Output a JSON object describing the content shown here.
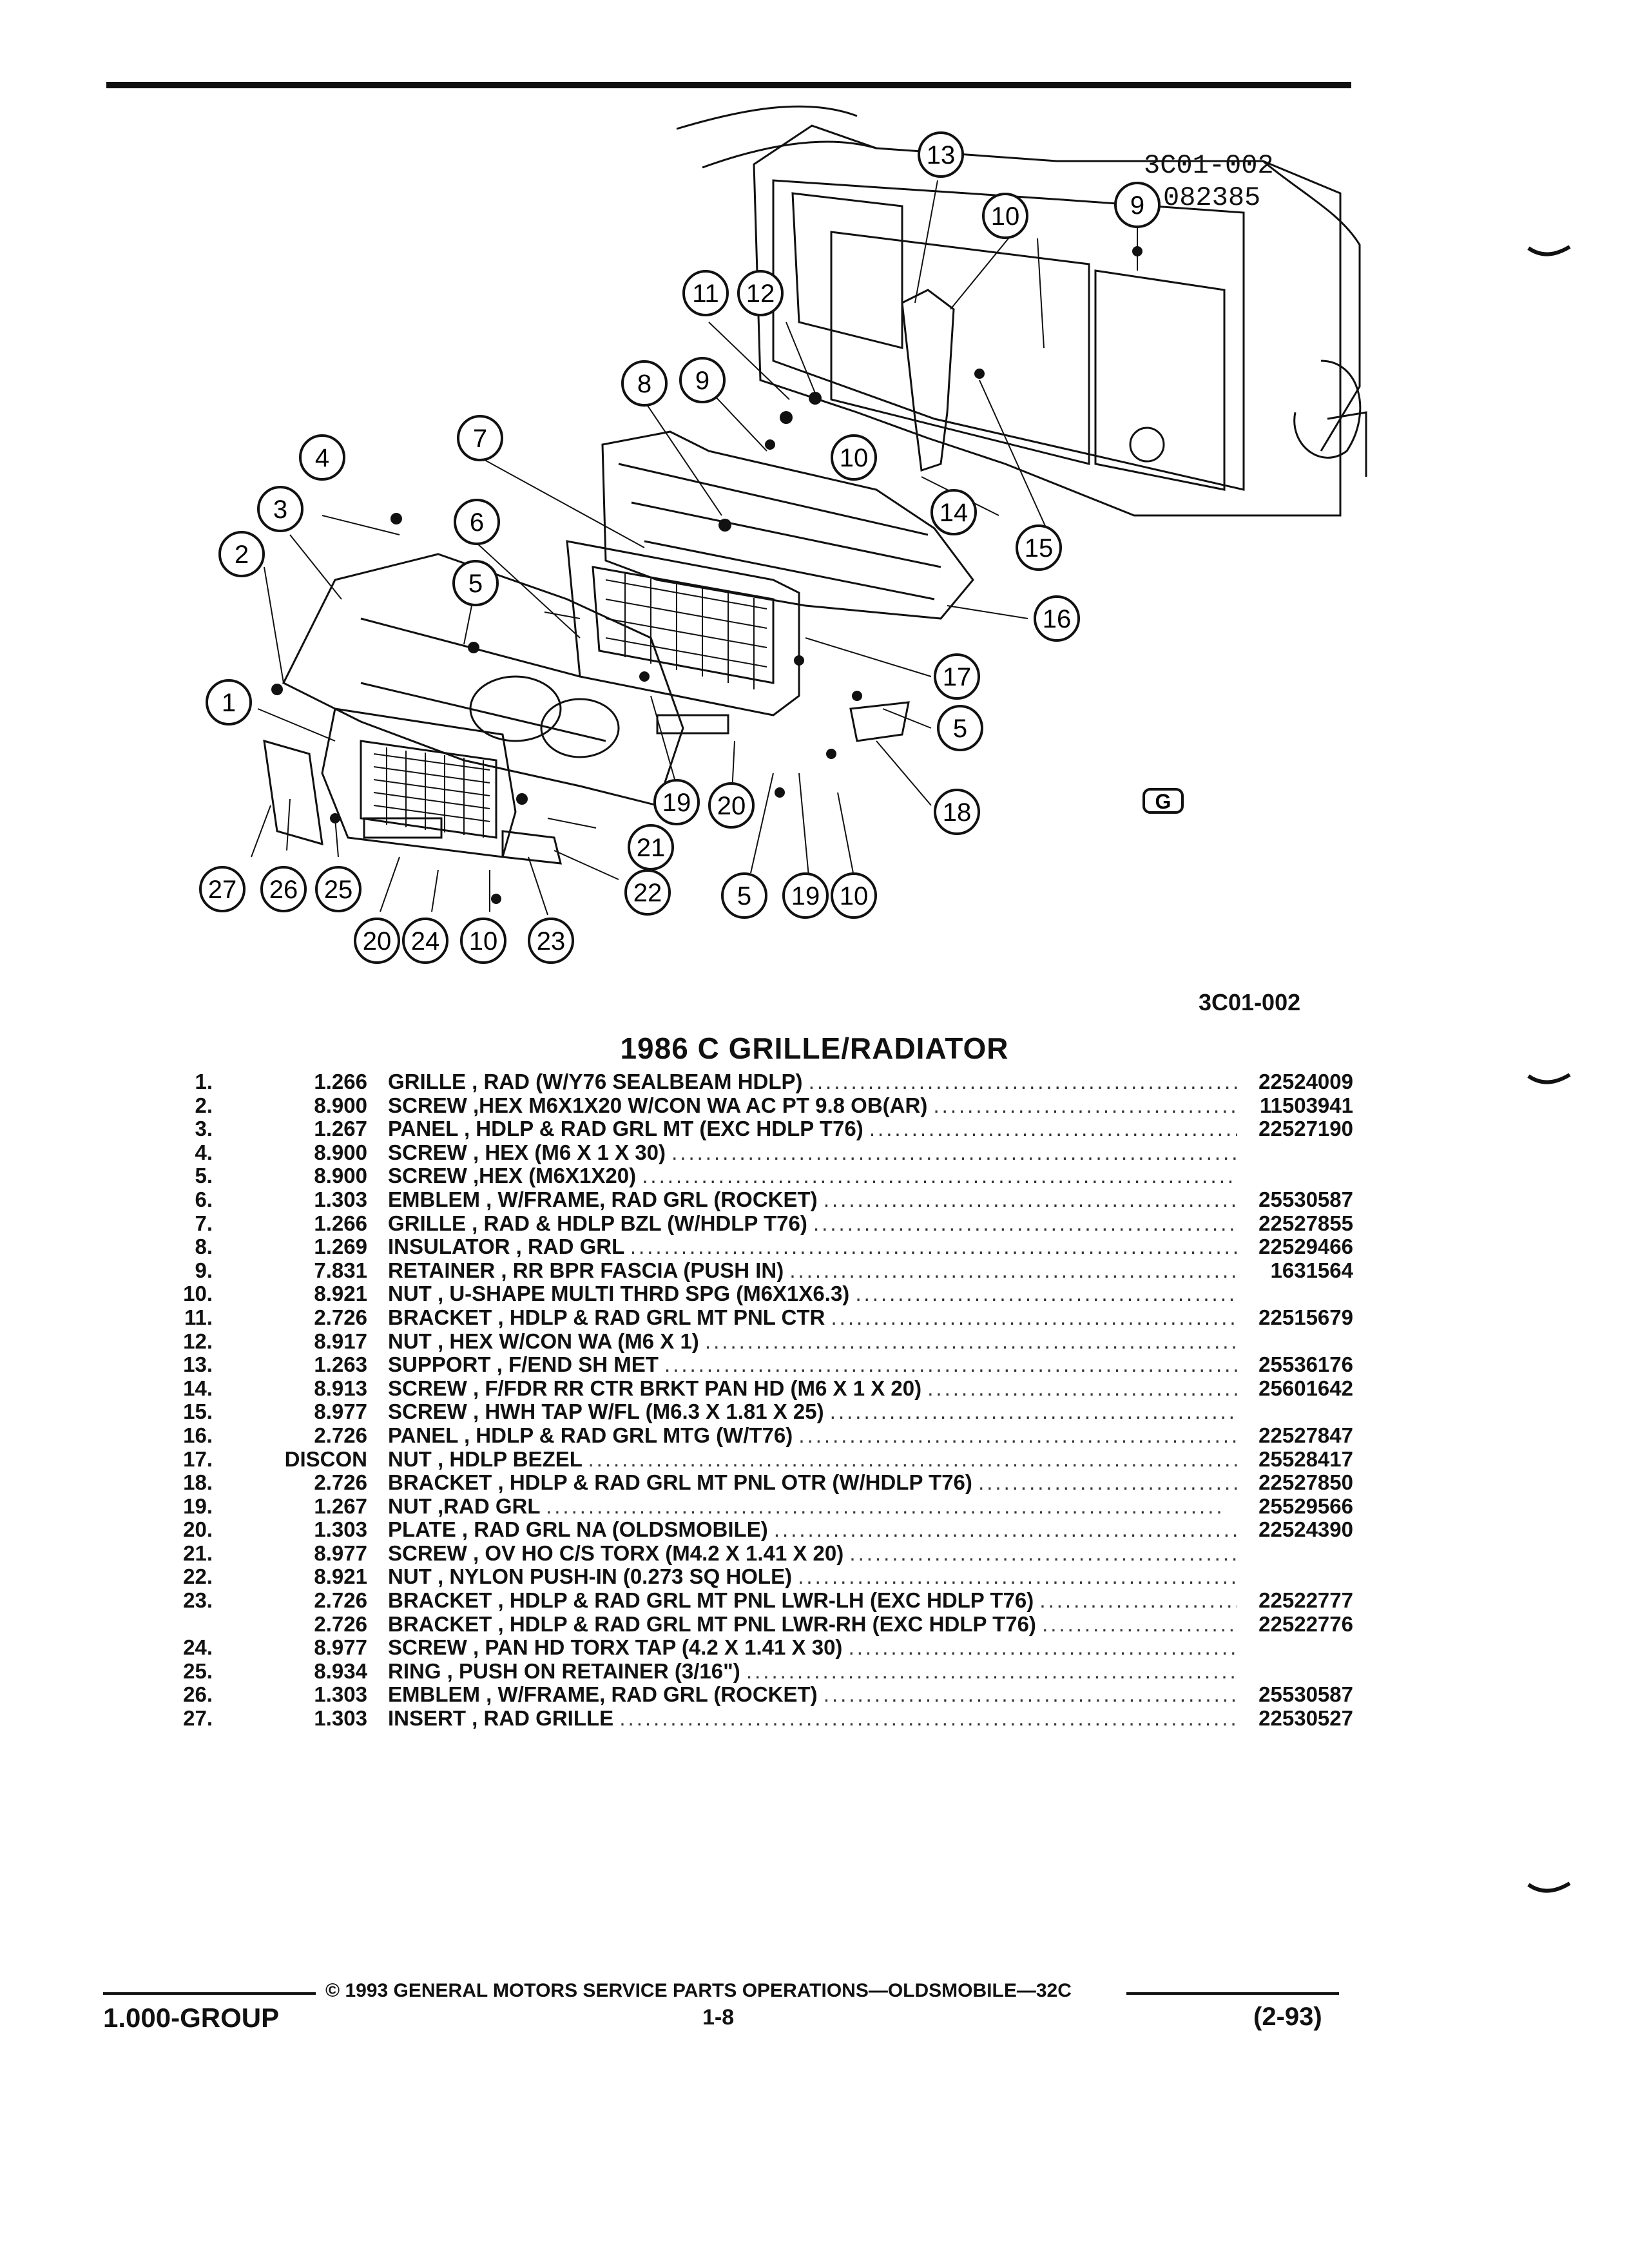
{
  "diagram": {
    "ref_code": "3C01-002",
    "ref_date": "082385",
    "figure_id": "3C01-002",
    "callouts": [
      "13",
      "10",
      "9",
      "11",
      "12",
      "8",
      "9",
      "10",
      "4",
      "7",
      "3",
      "2",
      "6",
      "5",
      "14",
      "15",
      "16",
      "1",
      "17",
      "5",
      "18",
      "19",
      "21",
      "20",
      "27",
      "26",
      "25",
      "22",
      "5",
      "19",
      "10",
      "20",
      "24",
      "10",
      "23"
    ],
    "logo": "G"
  },
  "title": "1986 C GRILLE/RADIATOR",
  "parts": [
    {
      "num": "1.",
      "group": "1.266",
      "desc": "GRILLE , RAD (W/Y76 SEALBEAM HDLP)",
      "pn": "22524009"
    },
    {
      "num": "2.",
      "group": "8.900",
      "desc": "SCREW ,HEX M6X1X20 W/CON WA AC PT 9.8 OB(AR)",
      "pn": "11503941"
    },
    {
      "num": "3.",
      "group": "1.267",
      "desc": "PANEL , HDLP & RAD GRL MT (EXC HDLP T76)",
      "pn": "22527190"
    },
    {
      "num": "4.",
      "group": "8.900",
      "desc": "SCREW , HEX (M6 X 1 X 30)",
      "pn": ""
    },
    {
      "num": "5.",
      "group": "8.900",
      "desc": "SCREW ,HEX (M6X1X20)",
      "pn": ""
    },
    {
      "num": "6.",
      "group": "1.303",
      "desc": "EMBLEM , W/FRAME, RAD GRL (ROCKET)",
      "pn": "25530587"
    },
    {
      "num": "7.",
      "group": "1.266",
      "desc": "GRILLE , RAD & HDLP BZL (W/HDLP T76)",
      "pn": "22527855"
    },
    {
      "num": "8.",
      "group": "1.269",
      "desc": "INSULATOR , RAD GRL",
      "pn": "22529466"
    },
    {
      "num": "9.",
      "group": "7.831",
      "desc": "RETAINER , RR BPR FASCIA (PUSH IN)",
      "pn": "1631564"
    },
    {
      "num": "10.",
      "group": "8.921",
      "desc": "NUT , U-SHAPE MULTI THRD SPG (M6X1X6.3)",
      "pn": ""
    },
    {
      "num": "11.",
      "group": "2.726",
      "desc": "BRACKET , HDLP & RAD GRL MT PNL CTR",
      "pn": "22515679"
    },
    {
      "num": "12.",
      "group": "8.917",
      "desc": "NUT , HEX W/CON WA (M6 X 1)",
      "pn": ""
    },
    {
      "num": "13.",
      "group": "1.263",
      "desc": "SUPPORT , F/END SH MET",
      "pn": "25536176"
    },
    {
      "num": "14.",
      "group": "8.913",
      "desc": "SCREW , F/FDR RR CTR BRKT PAN HD (M6 X 1 X 20)",
      "pn": "25601642"
    },
    {
      "num": "15.",
      "group": "8.977",
      "desc": "SCREW , HWH TAP W/FL (M6.3 X 1.81 X 25)",
      "pn": ""
    },
    {
      "num": "16.",
      "group": "2.726",
      "desc": "PANEL , HDLP & RAD GRL MTG (W/T76)",
      "pn": "22527847"
    },
    {
      "num": "17.",
      "group": "DISCON",
      "desc": "NUT , HDLP BEZEL",
      "pn": "25528417"
    },
    {
      "num": "18.",
      "group": "2.726",
      "desc": "BRACKET , HDLP & RAD GRL MT PNL OTR (W/HDLP T76)",
      "pn": "22527850"
    },
    {
      "num": "19.",
      "group": "1.267",
      "desc": "NUT ,RAD GRL",
      "pn": "25529566"
    },
    {
      "num": "20.",
      "group": "1.303",
      "desc": "PLATE , RAD GRL NA (OLDSMOBILE)",
      "pn": "22524390"
    },
    {
      "num": "21.",
      "group": "8.977",
      "desc": "SCREW , OV HO C/S TORX (M4.2 X 1.41 X 20)",
      "pn": ""
    },
    {
      "num": "22.",
      "group": "8.921",
      "desc": "NUT , NYLON PUSH-IN (0.273 SQ HOLE)",
      "pn": ""
    },
    {
      "num": "23.",
      "group": "2.726",
      "desc": "BRACKET , HDLP & RAD GRL MT PNL LWR-LH (EXC HDLP T76)",
      "pn": "22522777"
    },
    {
      "num": "",
      "group": "2.726",
      "desc": "BRACKET , HDLP & RAD GRL MT PNL LWR-RH (EXC HDLP T76)",
      "pn": "22522776"
    },
    {
      "num": "24.",
      "group": "8.977",
      "desc": "SCREW , PAN HD TORX TAP (4.2 X 1.41 X 30)",
      "pn": ""
    },
    {
      "num": "25.",
      "group": "8.934",
      "desc": "RING , PUSH ON RETAINER (3/16\")",
      "pn": ""
    },
    {
      "num": "26.",
      "group": "1.303",
      "desc": "EMBLEM , W/FRAME, RAD GRL (ROCKET)",
      "pn": "25530587"
    },
    {
      "num": "27.",
      "group": "1.303",
      "desc": "INSERT , RAD GRILLE",
      "pn": "22530527"
    }
  ],
  "footer": {
    "copyright": "© 1993 GENERAL MOTORS SERVICE PARTS OPERATIONS—OLDSMOBILE—32C",
    "group": "1.000-GROUP",
    "page": "1-8",
    "date": "(2-93)"
  }
}
